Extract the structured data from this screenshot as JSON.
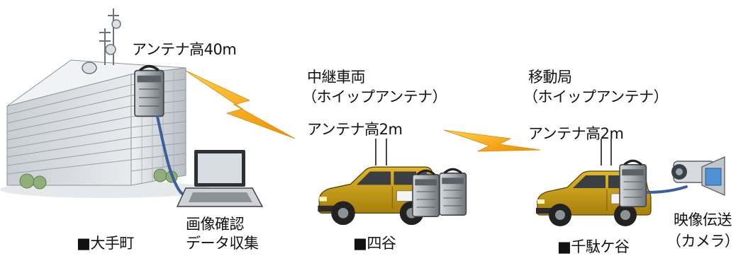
{
  "colors": {
    "link": "#f5a000",
    "cable": "#3d5f9a",
    "car_body": "#c89e15",
    "building": "#d3d7dc",
    "radio_unit": "#9fa4a9"
  },
  "sites": {
    "otemachi": {
      "antenna_label": "アンテナ高40m",
      "terminal_line1": "画像確認",
      "terminal_line2": "データ収集",
      "place": "■大手町"
    },
    "yotsuya": {
      "role_label": "中継車両",
      "antenna_type": "（ホイップアンテナ）",
      "antenna_label": "アンテナ高2m",
      "place": "■四谷"
    },
    "sendagaya": {
      "role_label": "移動局",
      "antenna_type": "（ホイップアンテナ）",
      "antenna_label": "アンテナ高2m",
      "place": "■千駄ケ谷",
      "camera_line1": "映像伝送",
      "camera_line2": "（カメラ）"
    }
  },
  "icons": {
    "building": "office-building-icon",
    "laptop": "laptop-icon",
    "car": "car-icon",
    "radio": "radio-unit-icon",
    "camera": "video-camera-icon",
    "link": "lightning-bolt-icon"
  }
}
